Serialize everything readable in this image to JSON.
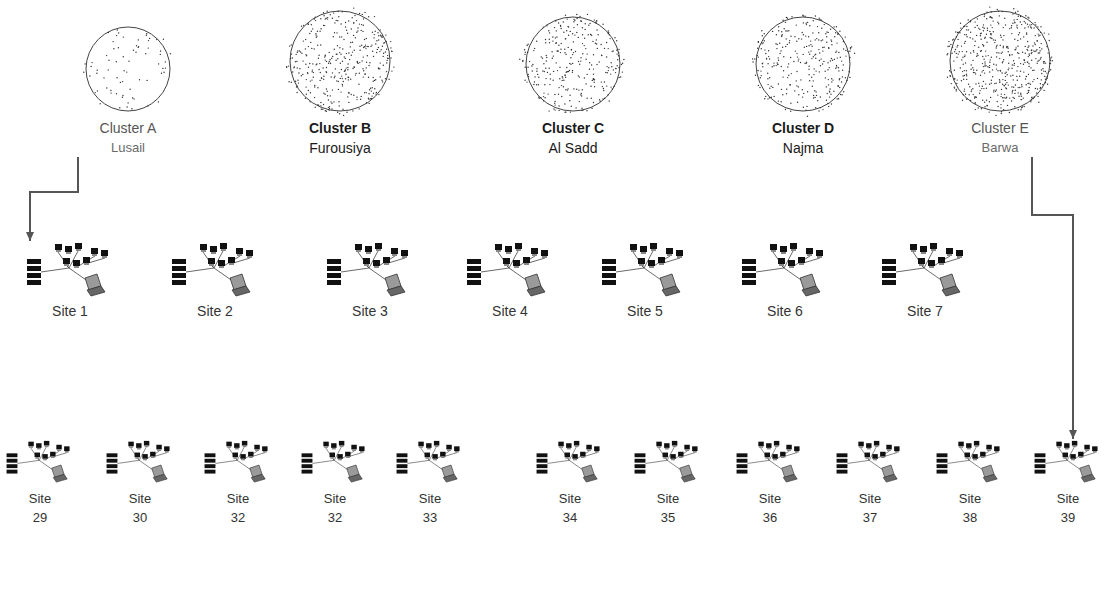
{
  "diagram": {
    "nodes": [
      {
        "text": [
          "Cluster A",
          "Lusail"
        ]
      },
      {
        "text": [
          "Cluster B",
          "Furousiya"
        ]
      },
      {
        "text": [
          "Cluster C",
          "Al Sadd"
        ]
      },
      {
        "text": [
          "Cluster D",
          "Najma"
        ]
      },
      {
        "text": [
          "Cluster E",
          "Barwa"
        ]
      },
      {
        "text": [
          "Site 1"
        ]
      },
      {
        "text": [
          "Site 2"
        ]
      },
      {
        "text": [
          "Site 3"
        ]
      },
      {
        "text": [
          "Site 4"
        ]
      },
      {
        "text": [
          "Site 5"
        ]
      },
      {
        "text": [
          "Site 6"
        ]
      },
      {
        "text": [
          "Site 7"
        ]
      },
      {
        "text": [
          "Site 29"
        ]
      },
      {
        "text": [
          "Site 30"
        ]
      },
      {
        "text": [
          "Site 32"
        ]
      },
      {
        "text": [
          "Site 32"
        ]
      },
      {
        "text": [
          "Site 33"
        ]
      },
      {
        "text": [
          "Site 34"
        ]
      },
      {
        "text": [
          "Site 35"
        ]
      },
      {
        "text": [
          "Site 36"
        ]
      },
      {
        "text": [
          "Site 37"
        ]
      },
      {
        "text": [
          "Site 38"
        ]
      },
      {
        "text": [
          "Site 39"
        ]
      }
    ],
    "edges": [
      {
        "from": 0,
        "to": 5,
        "arrow": "to"
      },
      {
        "from": 4,
        "to": 22,
        "arrow": "to"
      }
    ]
  }
}
